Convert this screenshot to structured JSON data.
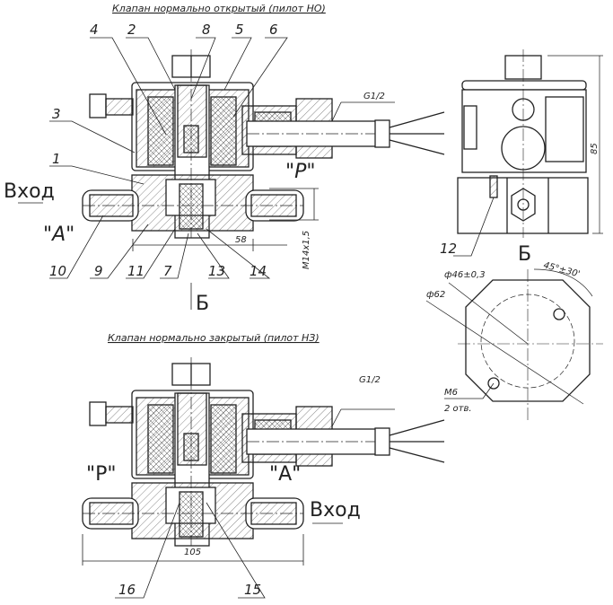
{
  "top_view": {
    "title": "Клапан нормально открытый (пилот НО)",
    "callouts": [
      "4",
      "2",
      "8",
      "5",
      "6",
      "3",
      "1",
      "10",
      "9",
      "11",
      "7",
      "13",
      "14"
    ],
    "inlet_label": "Вход",
    "port_a": "\"А\"",
    "port_p": "\"Р\"",
    "thread_label": "G1/2",
    "dim_width": "58",
    "dim_thread": "M14x1,5",
    "section_mark": "Б"
  },
  "side_view": {
    "dim_height": "85",
    "callout": "12",
    "view_label": "Б"
  },
  "flange_view": {
    "dim_pcd": "ф46±0,3",
    "dim_outer": "ф62",
    "dim_angle": "45°±30'",
    "hole_label": "M6",
    "hole_count": "2 отв."
  },
  "bottom_view": {
    "title": "Клапан нормально закрытый (пилот НЗ)",
    "callouts": [
      "16",
      "15"
    ],
    "inlet_label": "Вход",
    "port_p": "\"Р\"",
    "port_a": "\"А\"",
    "thread_label": "G1/2",
    "dim_length": "105"
  },
  "colors": {
    "line": "#222222",
    "hatch": "#555555",
    "background": "#ffffff"
  }
}
